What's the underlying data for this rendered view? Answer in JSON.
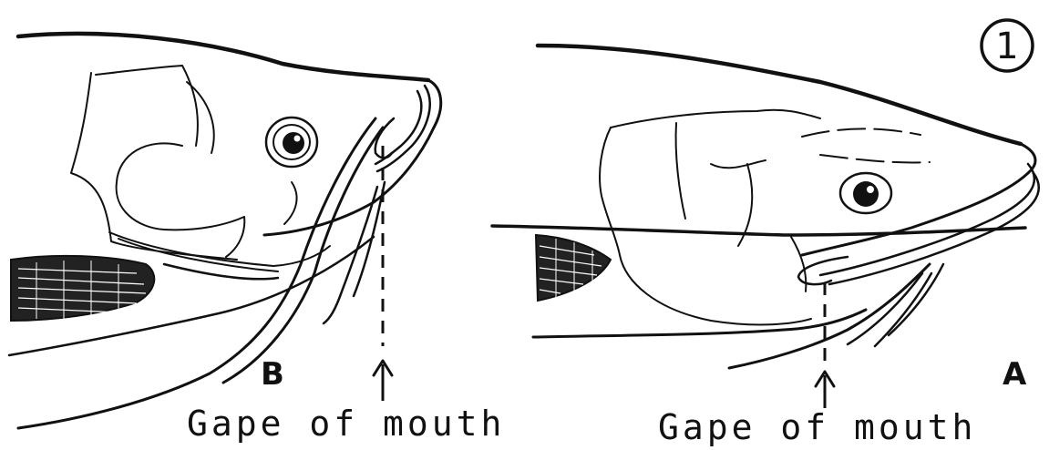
{
  "figure": {
    "number": "1",
    "panels": [
      {
        "letter": "B",
        "caption": "Gape of mouth"
      },
      {
        "letter": "A",
        "caption": "Gape of mouth"
      }
    ]
  }
}
